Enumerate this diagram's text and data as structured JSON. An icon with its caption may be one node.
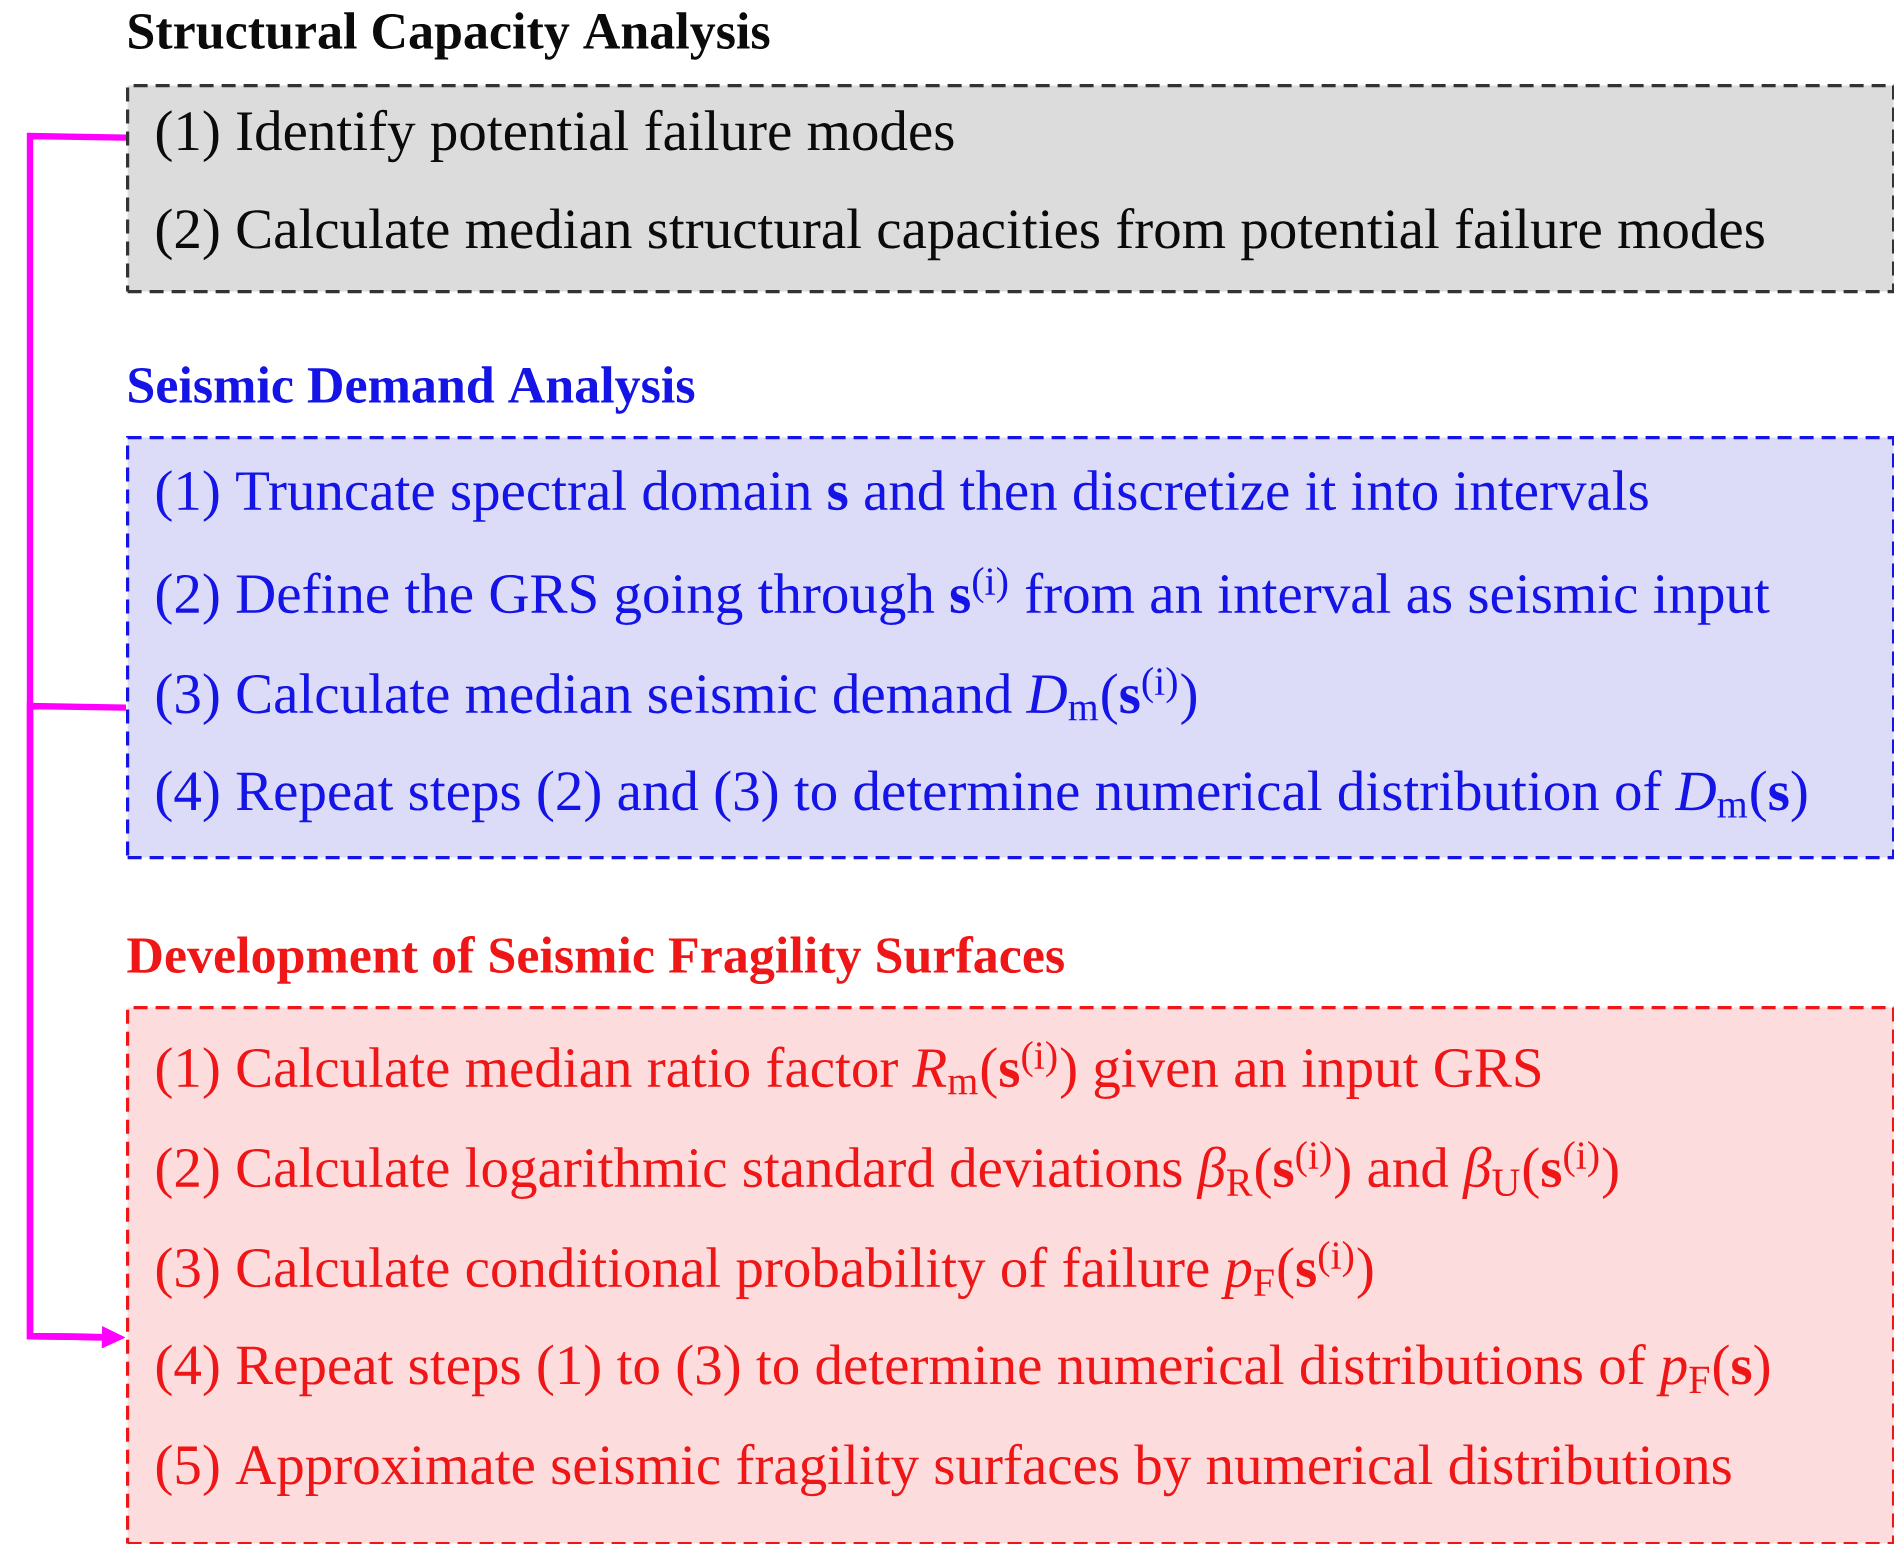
{
  "diagram": {
    "nodes": [
      {
        "text": [
          "Structural Capacity Analysis",
          "(1) Identify potential failure modes",
          "(2) Calculate median structural capacities from potential failure modes"
        ]
      },
      {
        "text": [
          "Seismic Demand Analysis",
          "(1) Truncate spectral domain **s** and then discretize it into intervals",
          "(2) Define the GRS going through **s**$^{(i)}$ from an interval as seismic input",
          "(3) Calculate median seismic demand *D*$_{m}$(**s**$^{(i)}$)",
          "(4) Repeat steps (2) and (3) to determine numerical distribution of *D*$_{m}$(**s**)"
        ]
      },
      {
        "text": [
          "Development of Seismic Fragility Surfaces",
          "(1) Calculate median ratio factor *R*$_{m}$(**s**$^{(i)}$) given an input GRS",
          "(2) Calculate logarithmic standard deviations *β*$_{R}$(**s**$^{(i)}$) and *β*$_{U}$(**s**$^{(i)}$)",
          "(3) Calculate conditional probability of failure *p*$_{F}$(**s**$^{(i)}$)",
          "(4) Repeat steps (1) to (3) to determine numerical distributions of *p*$_{F}$(**s**)",
          "(5) Approximate seismic fragility surfaces by numerical distributions"
        ]
      }
    ],
    "edges": [
      {
        "from": 0,
        "to": 2,
        "arrow": "to"
      },
      {
        "from": 1,
        "to": 2,
        "arrow": "to"
      }
    ]
  }
}
